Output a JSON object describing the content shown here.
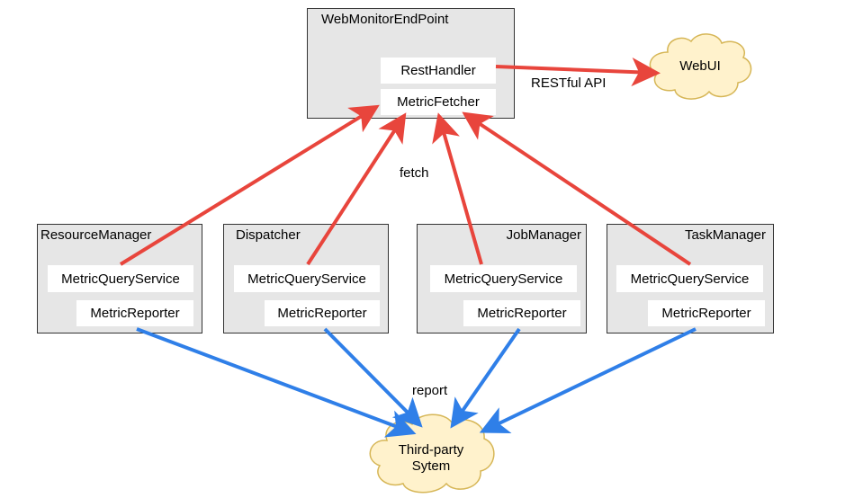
{
  "colors": {
    "fetch_arrow": "#e8453c",
    "report_arrow": "#2f7fe8",
    "box_fill": "#e6e6e6",
    "cloud_fill": "#fff2cc",
    "cloud_stroke": "#d6b656"
  },
  "web_monitor": {
    "title": "WebMonitorEndPoint",
    "rest_handler": "RestHandler",
    "metric_fetcher": "MetricFetcher"
  },
  "webui": {
    "label": "WebUI"
  },
  "restful_api": "RESTful API",
  "fetch_label": "fetch",
  "report_label": "report",
  "third_party": {
    "line1": "Third-party",
    "line2": "Sytem"
  },
  "components": [
    {
      "title": "ResourceManager",
      "query_service": "MetricQueryService",
      "reporter": "MetricReporter"
    },
    {
      "title": "Dispatcher",
      "query_service": "MetricQueryService",
      "reporter": "MetricReporter"
    },
    {
      "title": "JobManager",
      "query_service": "MetricQueryService",
      "reporter": "MetricReporter"
    },
    {
      "title": "TaskManager",
      "query_service": "MetricQueryService",
      "reporter": "MetricReporter"
    }
  ]
}
